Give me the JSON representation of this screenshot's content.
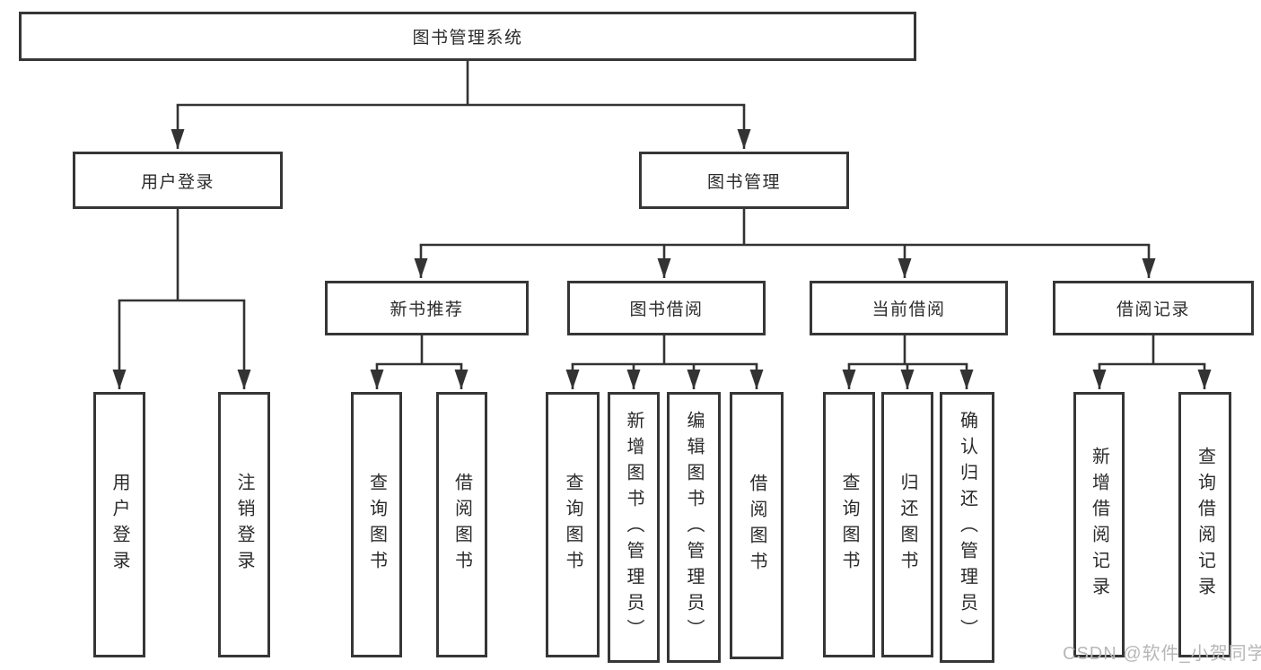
{
  "diagram": {
    "root": "图书管理系统",
    "level2": {
      "user_login": "用户登录",
      "book_management": "图书管理"
    },
    "level3": {
      "new_book_recommend": "新书推荐",
      "book_borrow": "图书借阅",
      "current_borrow": "当前借阅",
      "borrow_record": "借阅记录"
    },
    "leaves": {
      "user_login": "用户登录",
      "logout": "注销登录",
      "nb_query_books": "查询图书",
      "nb_borrow_books": "借阅图书",
      "bb_query_books": "查询图书",
      "bb_add_books_admin": "新增图书（管理员）",
      "bb_edit_books_admin": "编辑图书（管理员）",
      "bb_borrow_books": "借阅图书",
      "cb_query_books": "查询图书",
      "cb_return_books": "归还图书",
      "cb_confirm_return_admin": "确认归还（管理员）",
      "br_add_record": "新增借阅记录",
      "br_query_record": "查询借阅记录"
    }
  },
  "watermark": "CSDN @软件_小贺同学",
  "colors": {
    "line": "#333333",
    "box_border": "#363636",
    "text": "#2b2b2b",
    "watermark": "#b7b7b7",
    "background": "#ffffff"
  }
}
